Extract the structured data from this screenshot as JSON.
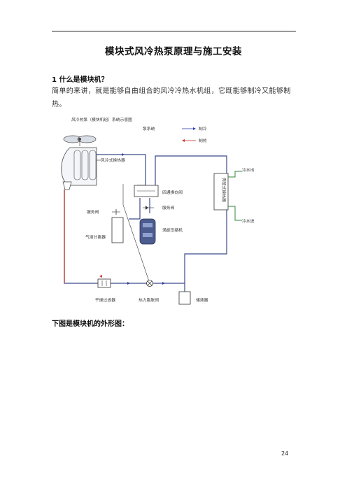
{
  "document": {
    "title": "模块式风冷热泵原理与施工安装",
    "section_heading": "1 什么是模块机？",
    "paragraph": "简单的来讲，就是能够自由组合的风冷冷热水机组，它既能够制冷又能够制热。",
    "next_heading": "下图是模块机的外形图：",
    "page_number": "24"
  },
  "diagram": {
    "title": "风冷热泵（模块机组）系统示意图",
    "legend_title": "泵系统",
    "legend_cooling": "制冷",
    "legend_heating": "制热",
    "air_exchanger": "风冷式换热器",
    "four_way_valve": "四通换向阀",
    "service_valve_left": "服务阀",
    "service_valve_right": "服务阀",
    "compressor": "涡旋压缩机",
    "gas_liquid_separator": "气液分离器",
    "water_heat_exchanger": "壳管式换热器",
    "water_out": "冷水出",
    "water_in": "冷水进",
    "dry_filter": "干燥过滤器",
    "expansion_valve": "热力膨胀阀",
    "receiver": "储液器",
    "colors": {
      "pipe": "#3a4a8a",
      "heating": "#c8342c",
      "cooling_arrow": "#2a3fa8"
    }
  }
}
